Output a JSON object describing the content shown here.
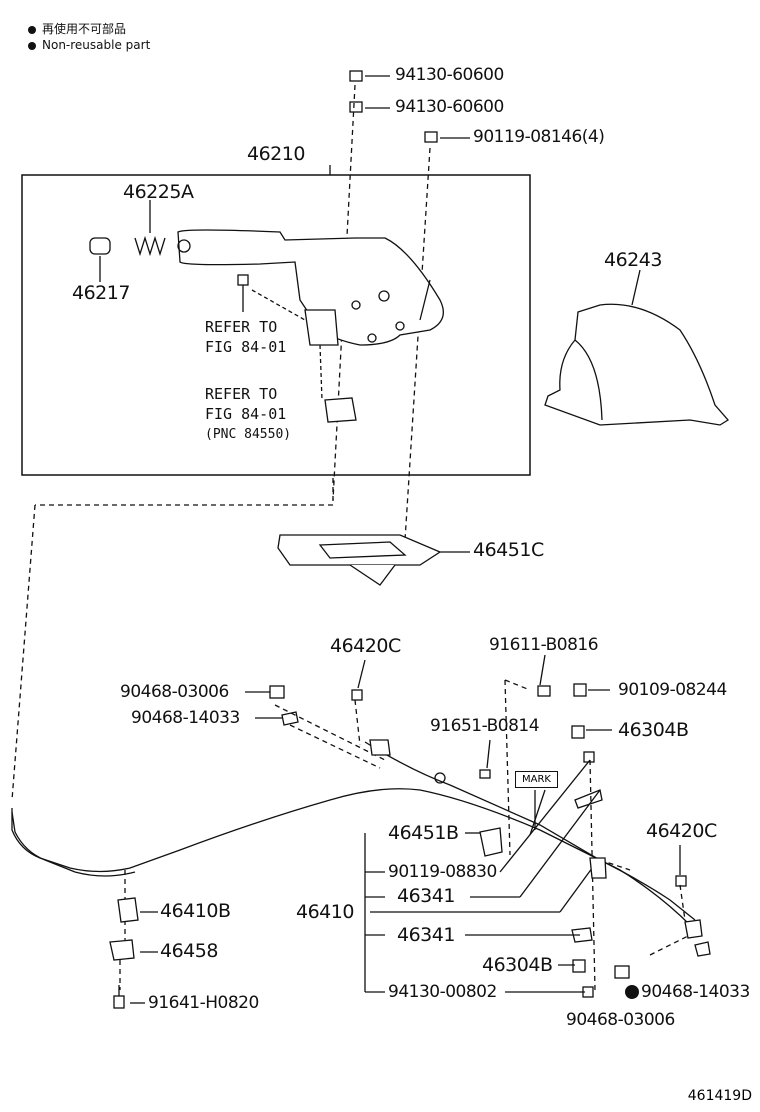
{
  "legend": {
    "line1": "再使用不可部品",
    "line2": "Non-reusable part"
  },
  "diagram_id": "461419D",
  "mark_text": "MARK",
  "labels": {
    "p_94130_60600_a": "94130-60600",
    "p_94130_60600_b": "94130-60600",
    "p_90119_08146": "90119-08146(4)",
    "p_46210": "46210",
    "p_46225A": "46225A",
    "p_46217": "46217",
    "refer1_a": "REFER TO",
    "refer1_b": "FIG 84-01",
    "refer2_a": "REFER TO",
    "refer2_b": "FIG 84-01",
    "refer2_c": "(PNC 84550)",
    "p_46243": "46243",
    "p_46451C": "46451C",
    "p_46420C_top": "46420C",
    "p_91611_B0816": "91611-B0816",
    "p_90468_03006_left": "90468-03006",
    "p_90468_14033_left": "90468-14033",
    "p_90109_08244": "90109-08244",
    "p_91651_B0814": "91651-B0814",
    "p_46304B_top": "46304B",
    "p_46451B": "46451B",
    "p_90119_08830": "90119-08830",
    "p_46341_a": "46341",
    "p_46410": "46410",
    "p_46341_b": "46341",
    "p_46304B_bot": "46304B",
    "p_94130_00802": "94130-00802",
    "p_46420C_right": "46420C",
    "p_90468_14033_right": "90468-14033",
    "p_90468_03006_right": "90468-03006",
    "p_46410B": "46410B",
    "p_46458": "46458",
    "p_91641_H0820": "91641-H0820"
  }
}
